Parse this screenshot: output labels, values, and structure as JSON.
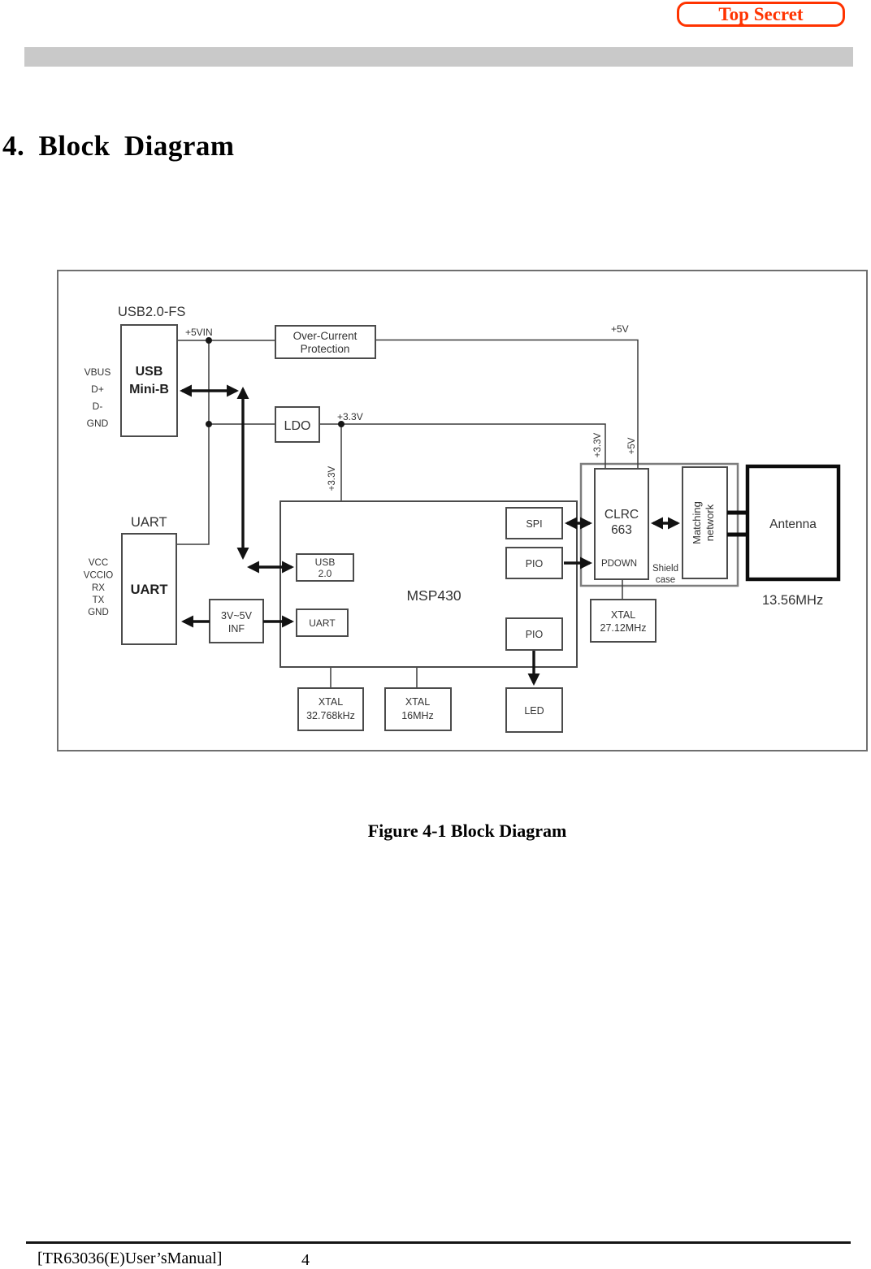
{
  "stamp": {
    "label": "Top Secret"
  },
  "heading": "4. Block Diagram",
  "colors": {
    "stamp_red": "#ff3300",
    "bar_gray": "#c9c9c9"
  },
  "figure": {
    "caption": "Figure 4-1 Block Diagram",
    "labels": {
      "usb_interface": "USB2.0-FS",
      "usb_minib": [
        "USB",
        "Mini-B"
      ],
      "usb_pins": [
        "VBUS",
        "D+",
        "D-",
        "GND"
      ],
      "over_current": [
        "Over-Current",
        "Protection"
      ],
      "ldo": "LDO",
      "uart_title": "UART",
      "uart_conn": "UART",
      "uart_pins": [
        "VCC",
        "VCCIO",
        "RX",
        "TX",
        "GND"
      ],
      "level_shifter": [
        "3V~5V",
        "INF"
      ],
      "mcu": "MSP430",
      "usb20": [
        "USB",
        "2.0"
      ],
      "uart_block": "UART",
      "spi": "SPI",
      "pio_top": "PIO",
      "pio_bottom": "PIO",
      "xtal_32k": [
        "XTAL",
        "32.768kHz"
      ],
      "xtal_16m": [
        "XTAL",
        "16MHz"
      ],
      "led": "LED",
      "nfc_chip": [
        "CLRC",
        "663"
      ],
      "pdown": "PDOWN",
      "shield_case": [
        "Shield",
        "case"
      ],
      "matching_network": [
        "Matching",
        "network"
      ],
      "xtal_27m": [
        "XTAL",
        "27.12MHz"
      ],
      "antenna": "Antenna",
      "frequency": "13.56MHz"
    },
    "nets": {
      "vin5": "+5VIN",
      "v5_top": "+5V",
      "v33": "+3.3V",
      "v33_mcu": "+3.3V",
      "v33_nfc": "+3.3V",
      "v5_nfc": "+5V"
    }
  },
  "footer": {
    "document": "[TR63036(E)User’sManual]",
    "page": "4"
  }
}
